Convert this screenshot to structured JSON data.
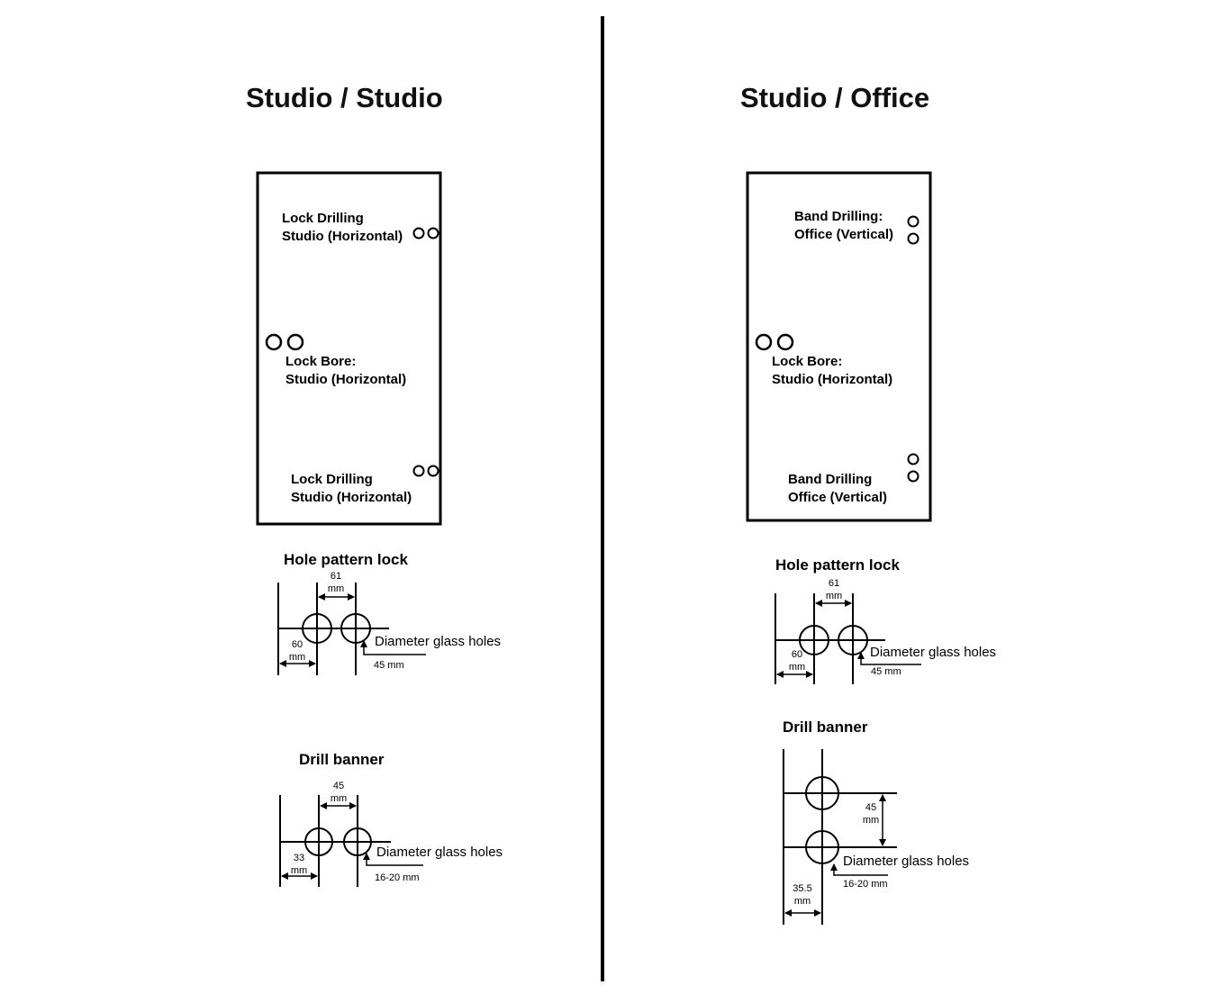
{
  "left": {
    "title": "Studio / Studio",
    "door_labels": {
      "top": [
        "Lock Drilling",
        "Studio (Horizontal)"
      ],
      "middle": [
        "Lock Bore:",
        "Studio (Horizontal)"
      ],
      "bottom": [
        "Lock Drilling",
        "Studio (Horizontal)"
      ]
    },
    "hole_pattern": {
      "title": "Hole pattern lock",
      "dim_top": [
        "61",
        "mm"
      ],
      "dim_left": [
        "60",
        "mm"
      ],
      "note": "Diameter glass holes",
      "note_value": "45 mm"
    },
    "drill_banner": {
      "title": "Drill banner",
      "dim_top": [
        "45",
        "mm"
      ],
      "dim_left": [
        "33",
        "mm"
      ],
      "note": "Diameter glass holes",
      "note_value": "16-20 mm"
    }
  },
  "right": {
    "title": "Studio / Office",
    "door_labels": {
      "top": [
        "Band Drilling:",
        "Office (Vertical)"
      ],
      "middle": [
        "Lock Bore:",
        "Studio (Horizontal)"
      ],
      "bottom": [
        "Band Drilling",
        "Office (Vertical)"
      ]
    },
    "hole_pattern": {
      "title": "Hole pattern lock",
      "dim_top": [
        "61",
        "mm"
      ],
      "dim_left": [
        "60",
        "mm"
      ],
      "note": "Diameter glass holes",
      "note_value": "45 mm"
    },
    "drill_banner": {
      "title": "Drill banner",
      "dim_right": [
        "45",
        "mm"
      ],
      "dim_left": [
        "35.5",
        "mm"
      ],
      "note": "Diameter glass holes",
      "note_value": "16-20 mm"
    }
  }
}
